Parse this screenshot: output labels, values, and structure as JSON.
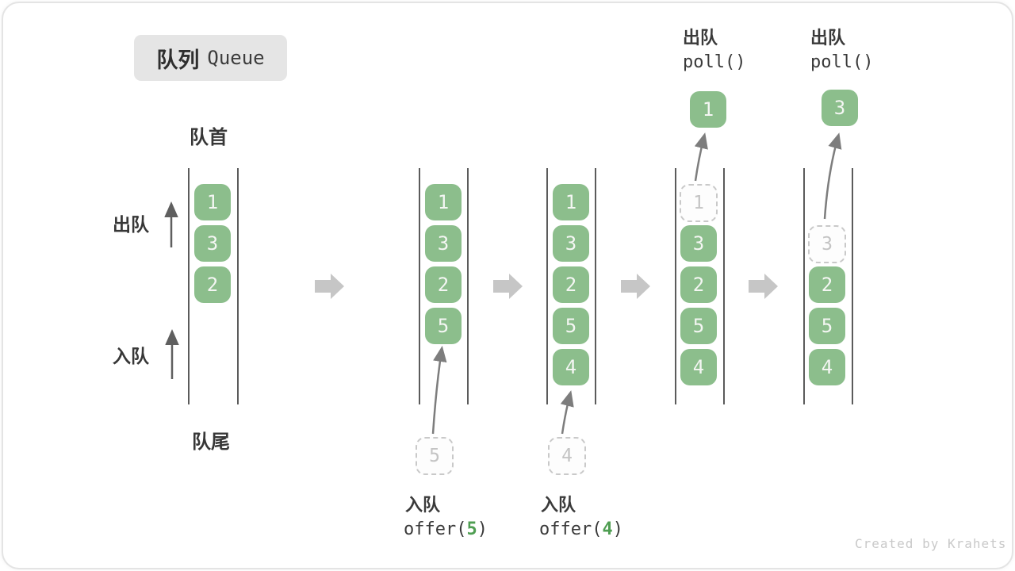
{
  "title": {
    "zh": "队列",
    "en": "Queue"
  },
  "side_labels": {
    "front": "队首",
    "rear": "队尾",
    "dequeue": "出队",
    "enqueue": "入队"
  },
  "colors": {
    "box_green": "#8cbe8c",
    "arg_green": "#4f9e52",
    "ghost_gray": "#c9c9c9",
    "block_arrow_gray": "#c6c6c6",
    "wall_gray": "#5b5b5b"
  },
  "queues": {
    "q1": {
      "cells": [
        "1",
        "3",
        "2"
      ]
    },
    "q2": {
      "cells": [
        "1",
        "3",
        "2",
        "5"
      ],
      "staged": "5",
      "op_label": "入队",
      "op_fn": "offer(",
      "op_arg": "5",
      "op_close": ")"
    },
    "q3": {
      "cells": [
        "1",
        "3",
        "2",
        "5",
        "4"
      ],
      "staged": "4",
      "op_label": "入队",
      "op_fn": "offer(",
      "op_arg": "4",
      "op_close": ")"
    },
    "q4": {
      "ghost": "1",
      "cells": [
        "3",
        "2",
        "5",
        "4"
      ],
      "popped": "1",
      "op_label": "出队",
      "op_fn": "poll()"
    },
    "q5": {
      "ghost": "3",
      "cells": [
        "2",
        "5",
        "4"
      ],
      "popped": "3",
      "op_label": "出队",
      "op_fn": "poll()"
    }
  },
  "watermark": "Created by Krahets"
}
